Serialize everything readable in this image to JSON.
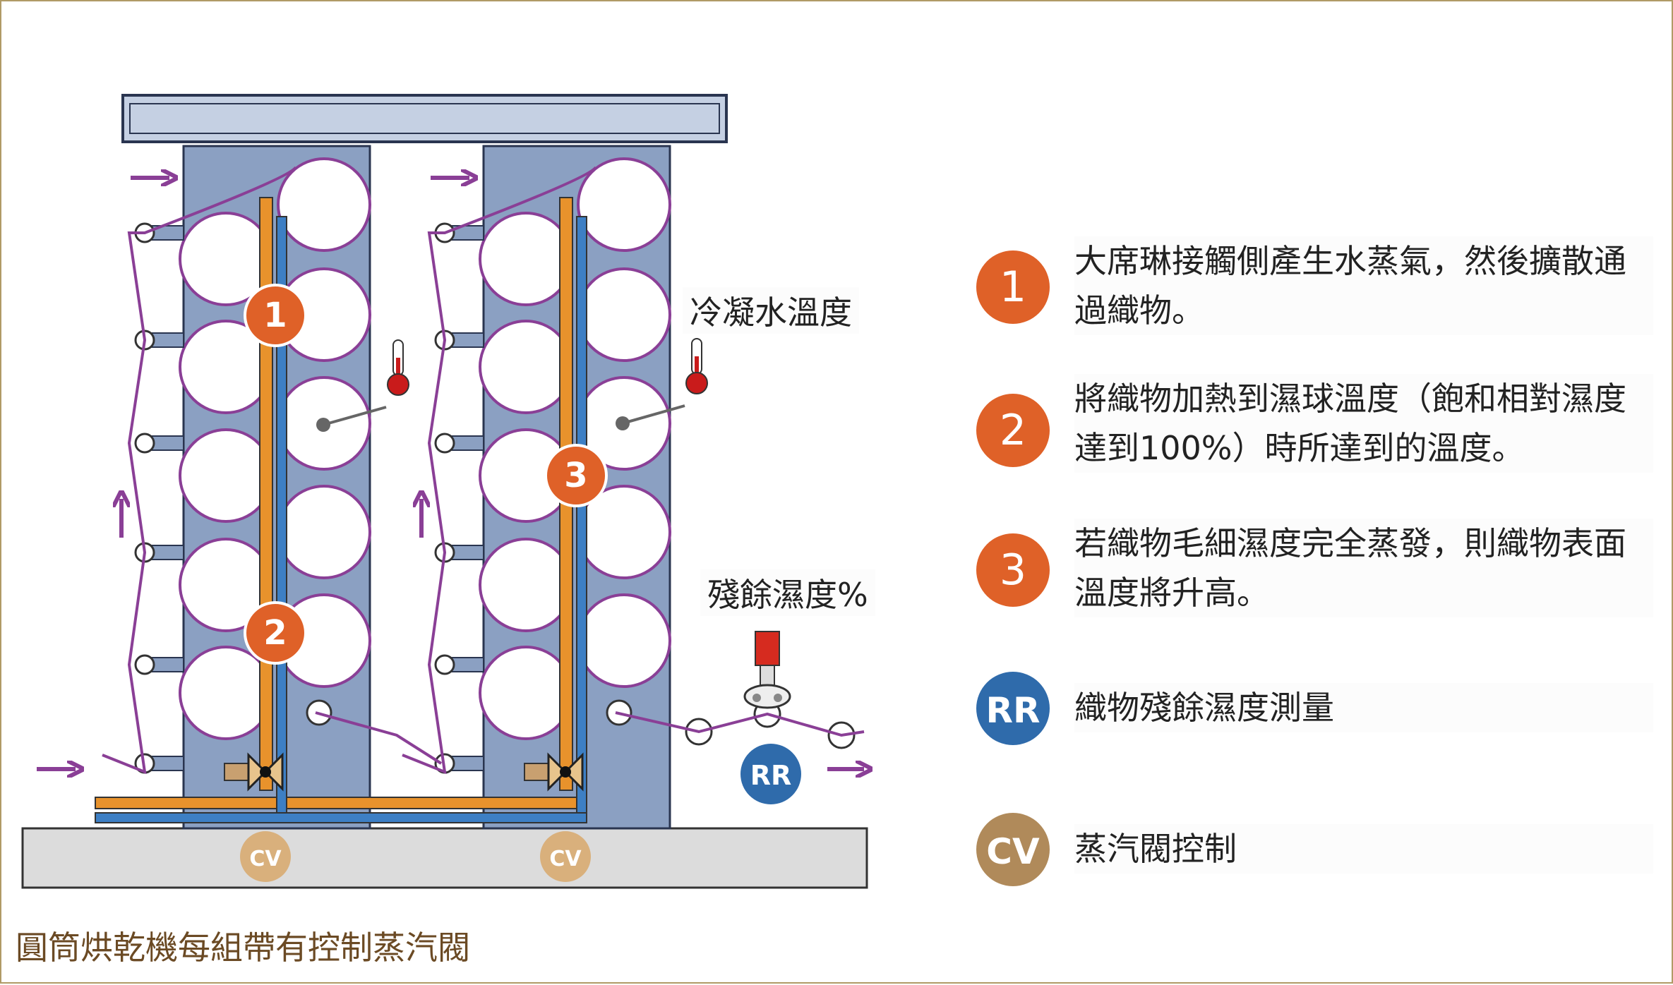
{
  "labels": {
    "condensate_temp": "冷凝水溫度",
    "residual_moisture": "殘餘濕度%"
  },
  "markers": {
    "one": "1",
    "two": "2",
    "three": "3",
    "rr": "RR",
    "cv": "CV"
  },
  "legend": [
    {
      "badge": "1",
      "color": "#df6128",
      "text": "大席琳接觸側產生水蒸氣，然後擴散通過織物。"
    },
    {
      "badge": "2",
      "color": "#df6128",
      "text": "將織物加熱到濕球溫度（飽和相對濕度達到100%）時所達到的溫度。"
    },
    {
      "badge": "3",
      "color": "#df6128",
      "text": "若織物毛細濕度完全蒸發，則織物表面溫度將升高。"
    },
    {
      "badge": "RR",
      "color": "#2f6bab",
      "text": "織物殘餘濕度測量"
    },
    {
      "badge": "CV",
      "color": "#b08a5a",
      "text": "蒸汽閥控制"
    }
  ],
  "caption": "圓筒烘乾機每組帶有控制蒸汽閥",
  "colors": {
    "frame": "#8ba0c2",
    "fabric": "#8a3f96",
    "steam_pipe": "#e8922c",
    "condensate_pipe": "#3d7fc4",
    "orange_badge": "#df6128",
    "blue_badge": "#2f6bab",
    "tan_badge": "#d9b07c"
  }
}
